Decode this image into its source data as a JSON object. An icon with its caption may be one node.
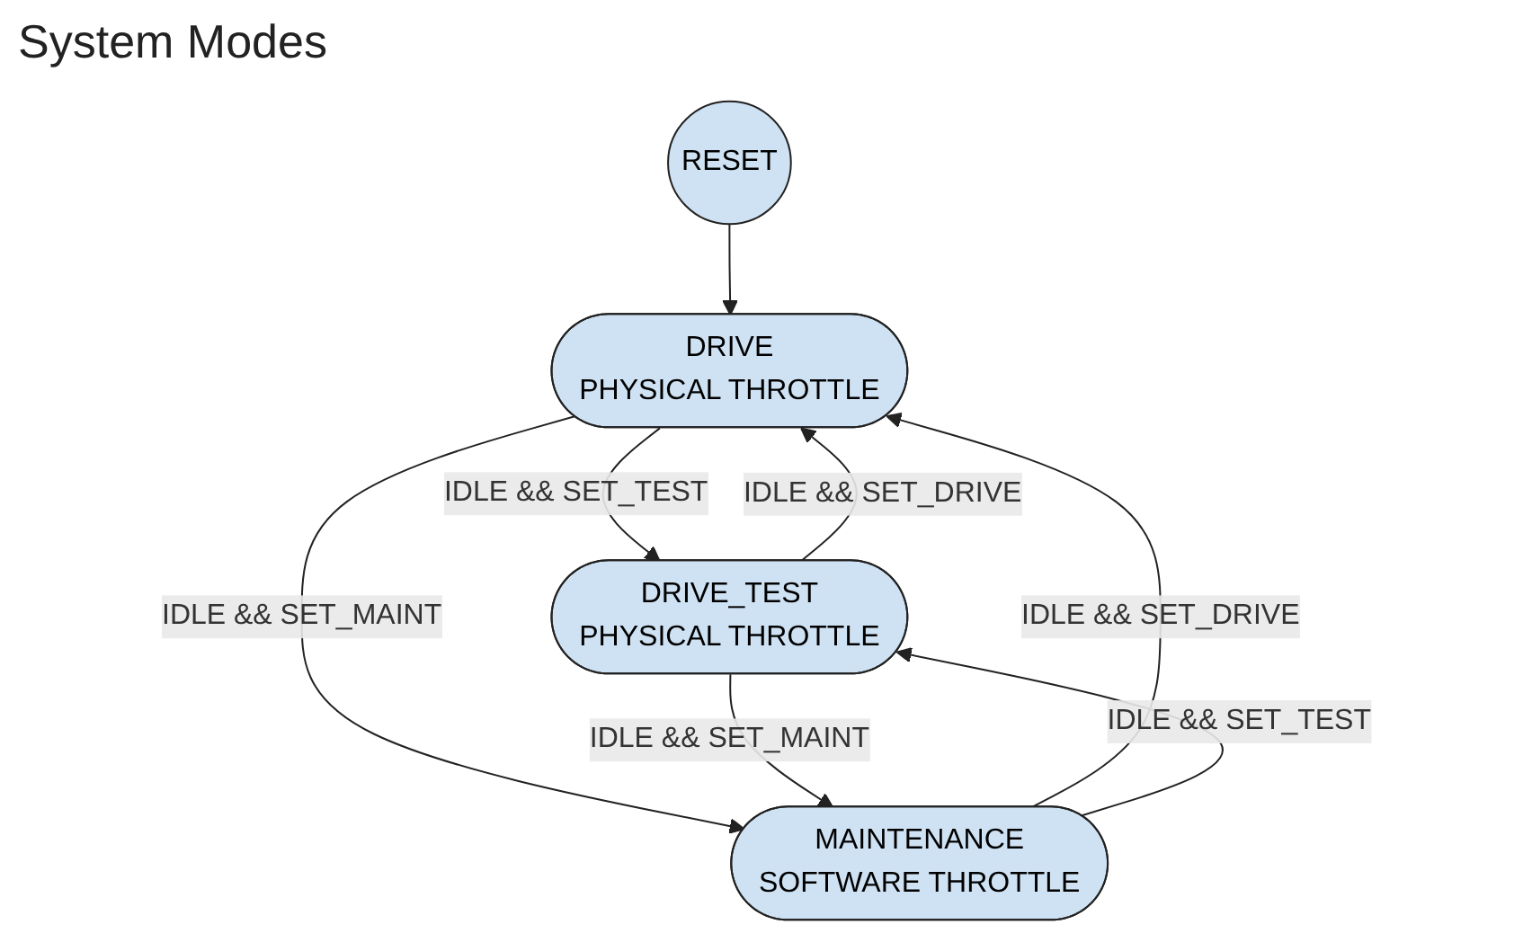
{
  "diagram": {
    "title": "System Modes",
    "nodes": [
      {
        "text": [
          "RESET"
        ]
      },
      {
        "text": [
          "DRIVE",
          "PHYSICAL THROTTLE"
        ]
      },
      {
        "text": [
          "DRIVE_TEST",
          "PHYSICAL THROTTLE"
        ]
      },
      {
        "text": [
          "MAINTENANCE",
          "SOFTWARE THROTTLE"
        ]
      }
    ],
    "edges": [
      {
        "from": 0,
        "to": 1,
        "arrow": "to"
      },
      {
        "from": 1,
        "to": 2,
        "arrow": "to",
        "label": "IDLE && SET_TEST"
      },
      {
        "from": 2,
        "to": 1,
        "arrow": "to",
        "label": "IDLE && SET_DRIVE"
      },
      {
        "from": 1,
        "to": 3,
        "arrow": "to",
        "label": "IDLE && SET_MAINT"
      },
      {
        "from": 3,
        "to": 1,
        "arrow": "to",
        "label": "IDLE && SET_DRIVE"
      },
      {
        "from": 2,
        "to": 3,
        "arrow": "to",
        "label": "IDLE && SET_MAINT"
      },
      {
        "from": 3,
        "to": 2,
        "arrow": "to",
        "label": "IDLE && SET_TEST"
      }
    ]
  }
}
